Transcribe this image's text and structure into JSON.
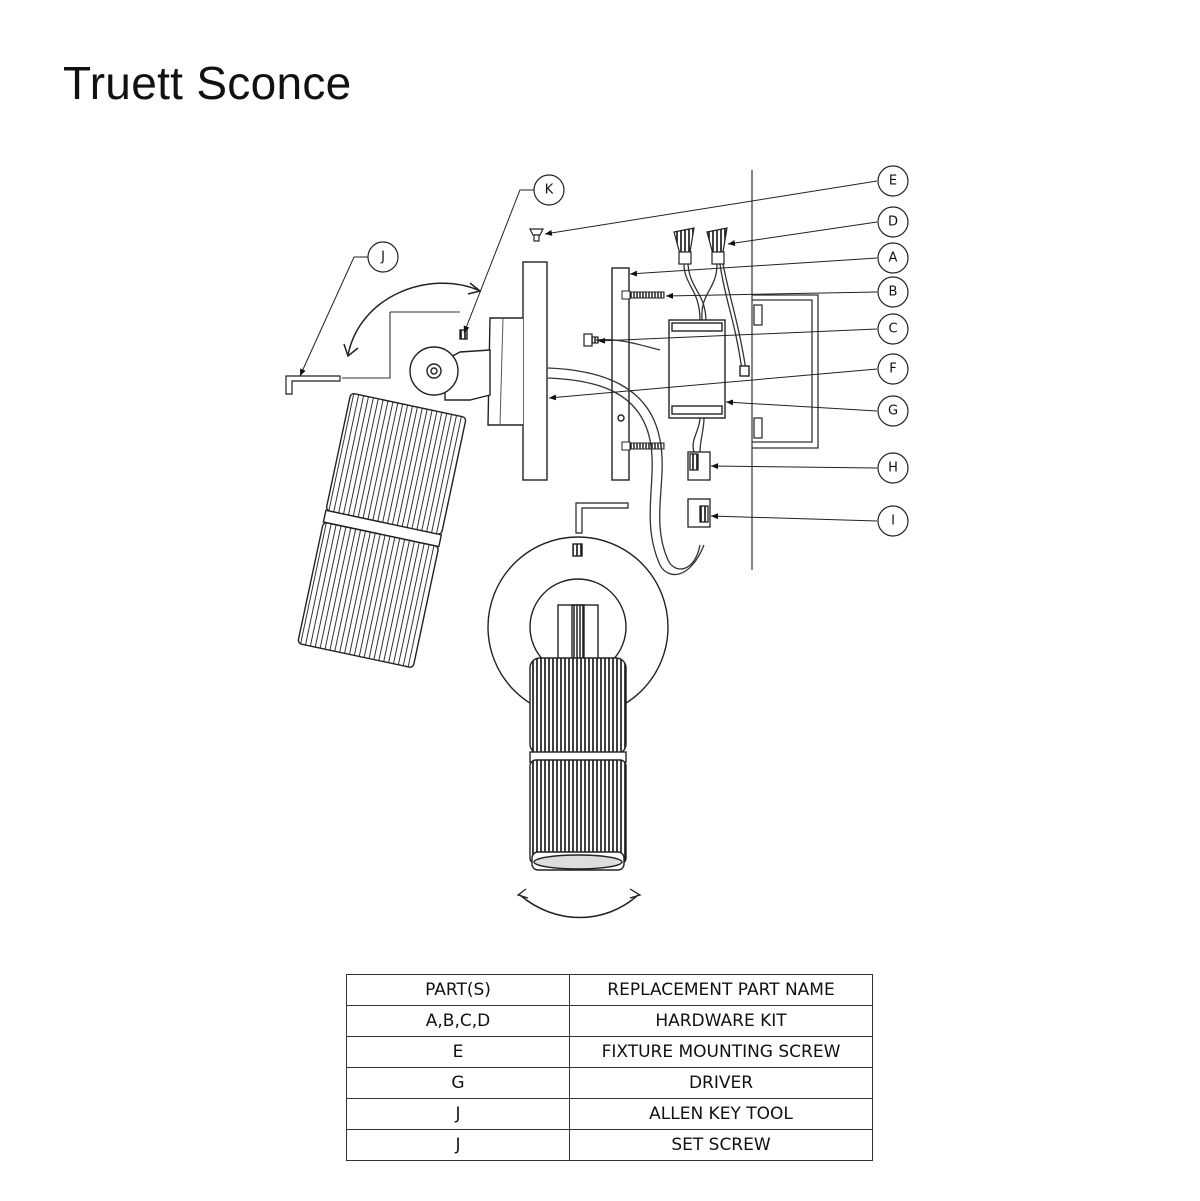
{
  "title": "Truett Sconce",
  "callouts": {
    "E": "E",
    "D": "D",
    "A": "A",
    "B": "B",
    "C": "C",
    "F": "F",
    "G": "G",
    "H": "H",
    "I": "I",
    "K": "K",
    "J": "J"
  },
  "parts_table": {
    "headers": [
      "PART(S)",
      "REPLACEMENT PART NAME"
    ],
    "rows": [
      [
        "A,B,C,D",
        "HARDWARE KIT"
      ],
      [
        "E",
        "FIXTURE MOUNTING SCREW"
      ],
      [
        "G",
        "DRIVER"
      ],
      [
        "J",
        "ALLEN KEY TOOL"
      ],
      [
        "J",
        "SET SCREW"
      ]
    ]
  }
}
